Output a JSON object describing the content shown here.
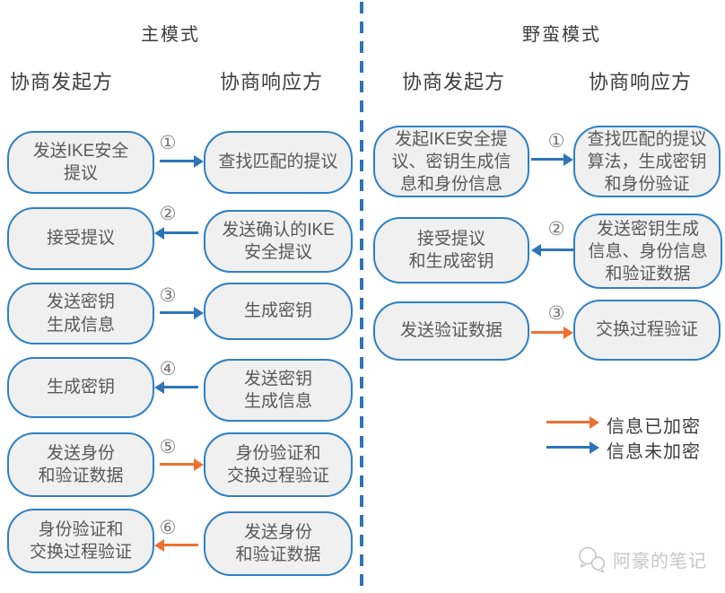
{
  "colors": {
    "blue_unencrypted": "#2e75b6",
    "orange_encrypted": "#ed7132",
    "box_border": "#2e80c4",
    "box_fill": "#f0f0f0",
    "box_text": "#595959",
    "heading_text": "#3d3d3d",
    "number_text": "#7a7a7a",
    "watermark": "#c6c6c6"
  },
  "main_mode": {
    "title": "主模式",
    "initiator_header": "协商发起方",
    "responder_header": "协商响应方",
    "steps": [
      {
        "num": "①",
        "initiator": "发送IKE安全\n提议",
        "responder": "查找匹配的提议",
        "direction": "right",
        "encrypted": false
      },
      {
        "num": "②",
        "initiator": "接受提议",
        "responder": "发送确认的IKE\n安全提议",
        "direction": "left",
        "encrypted": false
      },
      {
        "num": "③",
        "initiator": "发送密钥\n生成信息",
        "responder": "生成密钥",
        "direction": "right",
        "encrypted": false
      },
      {
        "num": "④",
        "initiator": "生成密钥",
        "responder": "发送密钥\n生成信息",
        "direction": "left",
        "encrypted": false
      },
      {
        "num": "⑤",
        "initiator": "发送身份\n和验证数据",
        "responder": "身份验证和\n交换过程验证",
        "direction": "right",
        "encrypted": true
      },
      {
        "num": "⑥",
        "initiator": "身份验证和\n交换过程验证",
        "responder": "发送身份\n和验证数据",
        "direction": "left",
        "encrypted": true
      }
    ]
  },
  "aggressive_mode": {
    "title": "野蛮模式",
    "initiator_header": "协商发起方",
    "responder_header": "协商响应方",
    "steps": [
      {
        "num": "①",
        "initiator": "发起IKE安全提\n议、密钥生成信\n息和身份信息",
        "responder": "查找匹配的提议\n算法，生成密钥\n和身份验证",
        "direction": "right",
        "encrypted": false
      },
      {
        "num": "②",
        "initiator": "接受提议\n和生成密钥",
        "responder": "发送密钥生成\n信息、身份信息\n和验证数据",
        "direction": "left",
        "encrypted": false
      },
      {
        "num": "③",
        "initiator": "发送验证数据",
        "responder": "交换过程验证",
        "direction": "right",
        "encrypted": true
      }
    ]
  },
  "legend": {
    "encrypted_label": "信息已加密",
    "unencrypted_label": "信息未加密"
  },
  "watermark": {
    "text": "阿豪的笔记"
  }
}
